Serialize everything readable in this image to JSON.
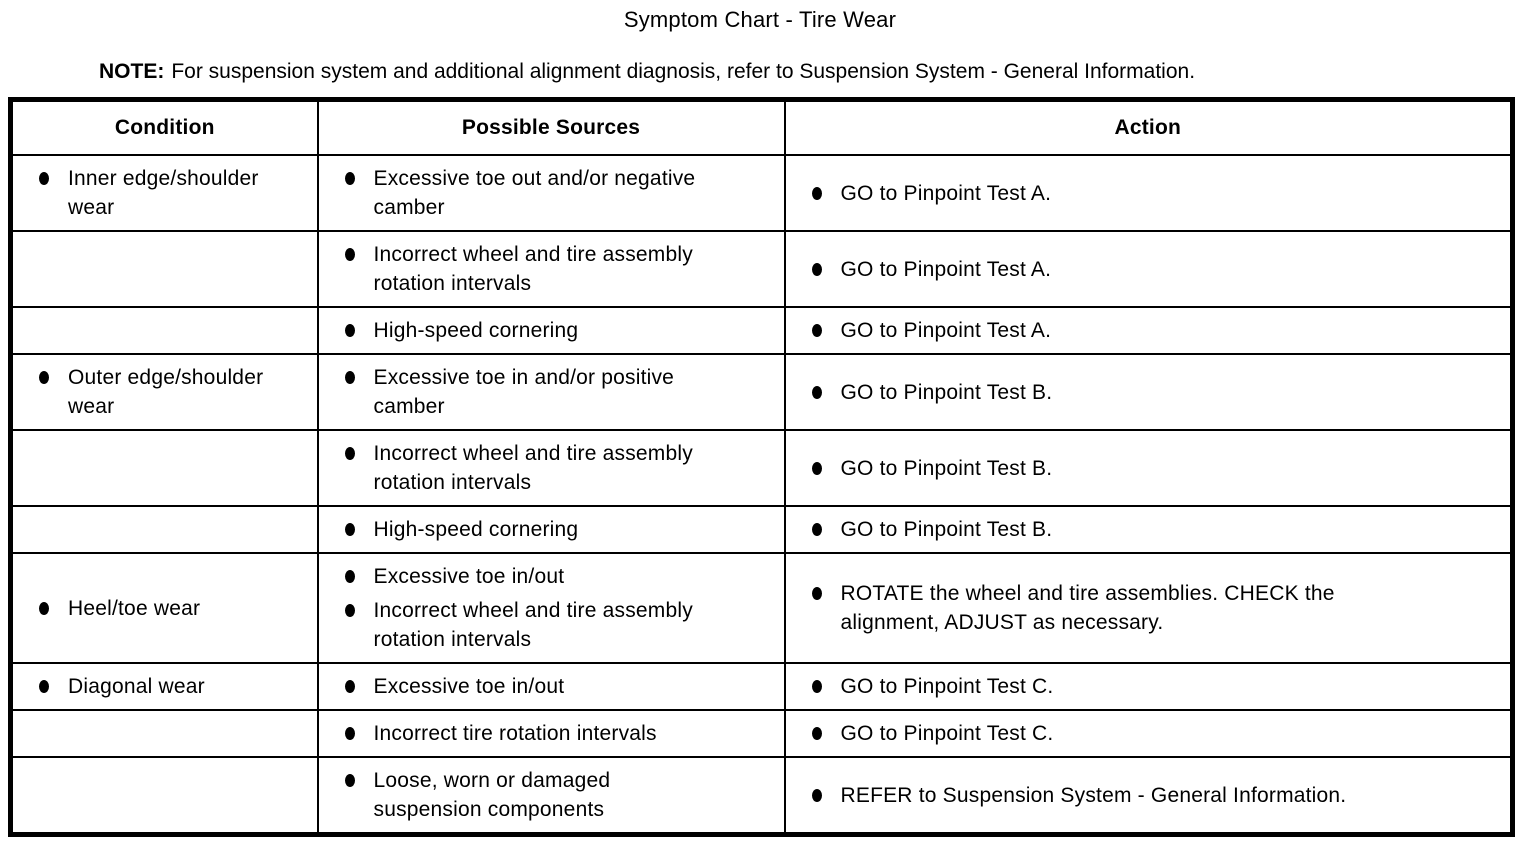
{
  "title": "Symptom Chart - Tire Wear",
  "note": {
    "label": "NOTE:",
    "text": "For suspension system and additional alignment diagnosis, refer to Suspension System - General Information."
  },
  "colors": {
    "text": "#000000",
    "background": "#ffffff",
    "border": "#000000"
  },
  "table": {
    "headers": [
      "Condition",
      "Possible Sources",
      "Action"
    ],
    "rows": [
      {
        "condition": "Inner edge/shoulder\nwear",
        "sources": [
          "Excessive toe out and/or negative\ncamber"
        ],
        "action": "GO to Pinpoint Test A."
      },
      {
        "condition": "",
        "sources": [
          "Incorrect wheel and tire assembly\nrotation intervals"
        ],
        "action": "GO to Pinpoint Test A."
      },
      {
        "condition": "",
        "sources": [
          "High-speed cornering"
        ],
        "action": "GO to Pinpoint Test A."
      },
      {
        "condition": "Outer edge/shoulder\nwear",
        "sources": [
          "Excessive toe in and/or positive\ncamber"
        ],
        "action": "GO to Pinpoint Test B."
      },
      {
        "condition": "",
        "sources": [
          "Incorrect wheel and tire assembly\nrotation intervals"
        ],
        "action": "GO to Pinpoint Test B."
      },
      {
        "condition": "",
        "sources": [
          "High-speed cornering"
        ],
        "action": "GO to Pinpoint Test B."
      },
      {
        "condition": "Heel/toe wear",
        "sources": [
          "Excessive toe in/out",
          "Incorrect wheel and tire assembly\nrotation intervals"
        ],
        "action": "ROTATE the wheel and tire assemblies. CHECK the\nalignment, ADJUST as necessary."
      },
      {
        "condition": "Diagonal wear",
        "sources": [
          "Excessive toe in/out"
        ],
        "action": "GO to Pinpoint Test C."
      },
      {
        "condition": "",
        "sources": [
          "Incorrect tire rotation intervals"
        ],
        "action": "GO to Pinpoint Test C."
      },
      {
        "condition": "",
        "sources": [
          "Loose, worn or damaged\nsuspension components"
        ],
        "action": "REFER to Suspension System - General Information."
      }
    ]
  }
}
